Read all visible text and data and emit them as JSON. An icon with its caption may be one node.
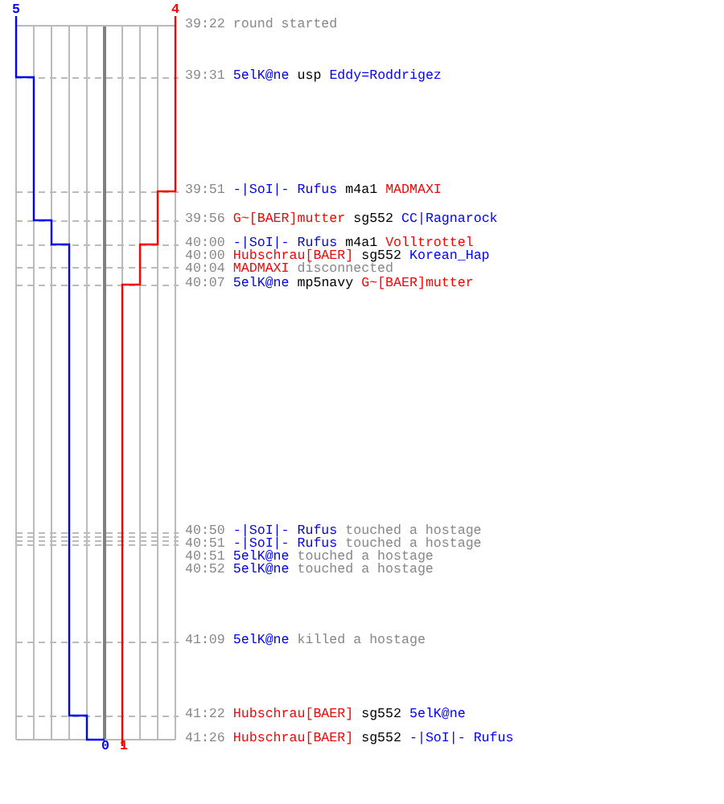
{
  "diagram": {
    "labels": [
      "5",
      "4",
      "39:22",
      "round started",
      "39:31",
      "5elK@ne",
      "usp",
      "Eddy=Roddrigez",
      "39:51",
      "-|SoI|- Rufus",
      "m4a1",
      "MADMAXI",
      "39:56",
      "G~[BAER]mutter",
      "sg552",
      "CC|Ragnarock",
      "40:00",
      "-|SoI|- Rufus",
      "m4a1",
      "Volltrottel",
      "40:00",
      "Hubschrau[BAER]",
      "sg552",
      "Korean_Hap",
      "40:04",
      "MADMAXI",
      "disconnected",
      "40:07",
      "5elK@ne",
      "mp5navy",
      "G~[BAER]mutter",
      "40:50",
      "-|SoI|- Rufus",
      "touched a hostage",
      "40:51",
      "-|SoI|- Rufus",
      "touched a hostage",
      "40:51",
      "5elK@ne",
      "touched a hostage",
      "40:52",
      "5elK@ne",
      "touched a hostage",
      "41:09",
      "5elK@ne",
      "killed a hostage",
      "41:22",
      "Hubschrau[BAER]",
      "sg552",
      "5elK@ne",
      "41:26",
      "Hubschrau[BAER]",
      "sg552",
      "-|SoI|- Rufus",
      "0",
      "1"
    ]
  }
}
